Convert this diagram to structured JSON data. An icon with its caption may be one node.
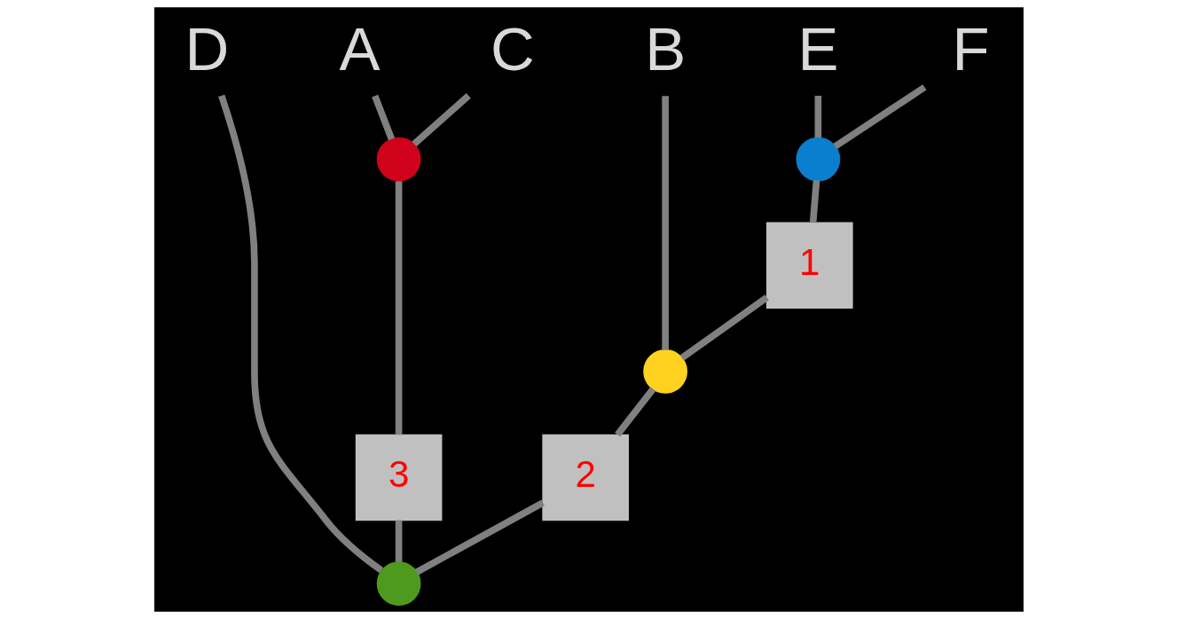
{
  "diagram": {
    "nodes": [
      {
        "text": [
          "D"
        ]
      },
      {
        "text": [
          "A"
        ]
      },
      {
        "text": [
          "C"
        ]
      },
      {
        "text": [
          "B"
        ]
      },
      {
        "text": [
          "E"
        ]
      },
      {
        "text": [
          "F"
        ]
      },
      {
        "text": [],
        "shape": "circle"
      },
      {
        "text": [],
        "shape": "circle"
      },
      {
        "text": [
          "1"
        ]
      },
      {
        "text": [],
        "shape": "circle"
      },
      {
        "text": [
          "3"
        ]
      },
      {
        "text": [
          "2"
        ]
      },
      {
        "text": [],
        "shape": "circle"
      }
    ],
    "edges": [
      {
        "from": 1,
        "to": 6,
        "arrow": "none"
      },
      {
        "from": 2,
        "to": 6,
        "arrow": "none"
      },
      {
        "from": 5,
        "to": 7,
        "arrow": "none"
      },
      {
        "from": 4,
        "to": 7,
        "arrow": "none"
      },
      {
        "from": 7,
        "to": 8,
        "arrow": "none"
      },
      {
        "from": 8,
        "to": 9,
        "arrow": "none"
      },
      {
        "from": 3,
        "to": 9,
        "arrow": "none"
      },
      {
        "from": 6,
        "to": 10,
        "arrow": "none"
      },
      {
        "from": 9,
        "to": 11,
        "arrow": "none"
      },
      {
        "from": 10,
        "to": 12,
        "arrow": "none"
      },
      {
        "from": 11,
        "to": 12,
        "arrow": "none"
      },
      {
        "from": 0,
        "to": 12,
        "arrow": "none"
      }
    ]
  }
}
